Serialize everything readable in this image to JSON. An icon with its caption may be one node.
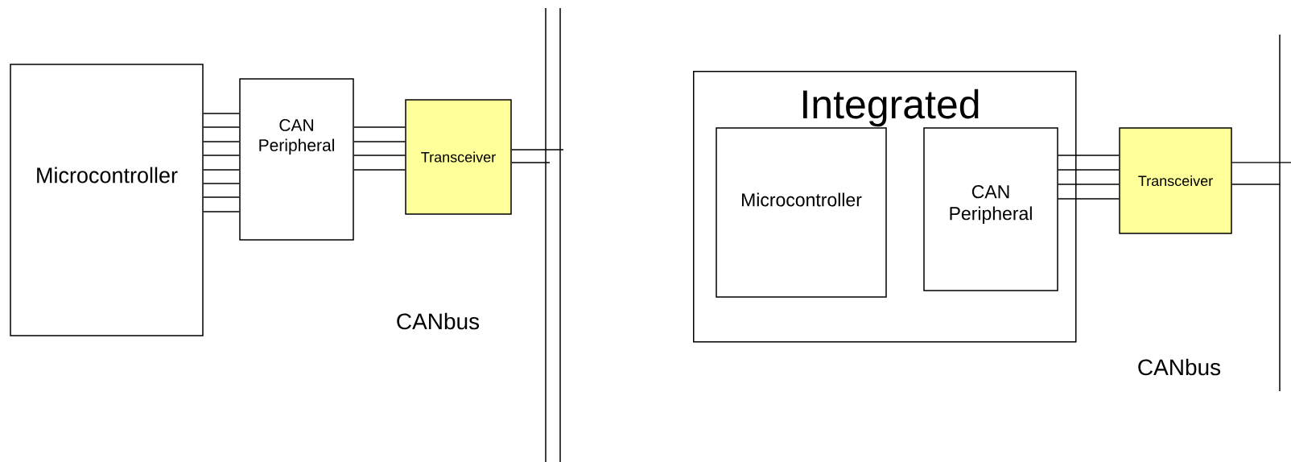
{
  "diagram": {
    "nodes": [
      {
        "text": [
          "Microcontroller"
        ]
      },
      {
        "text": [
          "CAN Peripheral"
        ]
      },
      {
        "text": [
          "Transceiver"
        ]
      },
      {
        "text": [],
        "shape": "bar",
        "beside": [
          "CANbus"
        ]
      },
      {
        "text": [
          "Integrated"
        ]
      },
      {
        "text": [
          "Microcontroller"
        ],
        "in": 4
      },
      {
        "text": [
          "CAN Peripheral"
        ],
        "in": 4
      },
      {
        "text": [
          "Transceiver"
        ]
      },
      {
        "text": [],
        "shape": "bar",
        "beside": [
          "CANbus"
        ]
      }
    ],
    "edges": [
      {
        "from": 0,
        "to": 1,
        "arrow": "none"
      },
      {
        "from": 0,
        "to": 1,
        "arrow": "none"
      },
      {
        "from": 0,
        "to": 1,
        "arrow": "none"
      },
      {
        "from": 0,
        "to": 1,
        "arrow": "none"
      },
      {
        "from": 0,
        "to": 1,
        "arrow": "none"
      },
      {
        "from": 0,
        "to": 1,
        "arrow": "none"
      },
      {
        "from": 0,
        "to": 1,
        "arrow": "none"
      },
      {
        "from": 0,
        "to": 1,
        "arrow": "none"
      },
      {
        "from": 1,
        "to": 2,
        "arrow": "none"
      },
      {
        "from": 1,
        "to": 2,
        "arrow": "none"
      },
      {
        "from": 1,
        "to": 2,
        "arrow": "none"
      },
      {
        "from": 1,
        "to": 2,
        "arrow": "none"
      },
      {
        "from": 2,
        "to": 3,
        "arrow": "none"
      },
      {
        "from": 2,
        "to": 3,
        "arrow": "none"
      },
      {
        "from": 6,
        "to": 7,
        "arrow": "none"
      },
      {
        "from": 6,
        "to": 7,
        "arrow": "none"
      },
      {
        "from": 6,
        "to": 7,
        "arrow": "none"
      },
      {
        "from": 6,
        "to": 7,
        "arrow": "none"
      },
      {
        "from": 7,
        "to": 8,
        "arrow": "none"
      },
      {
        "from": 7,
        "to": 8,
        "arrow": "none"
      }
    ]
  }
}
